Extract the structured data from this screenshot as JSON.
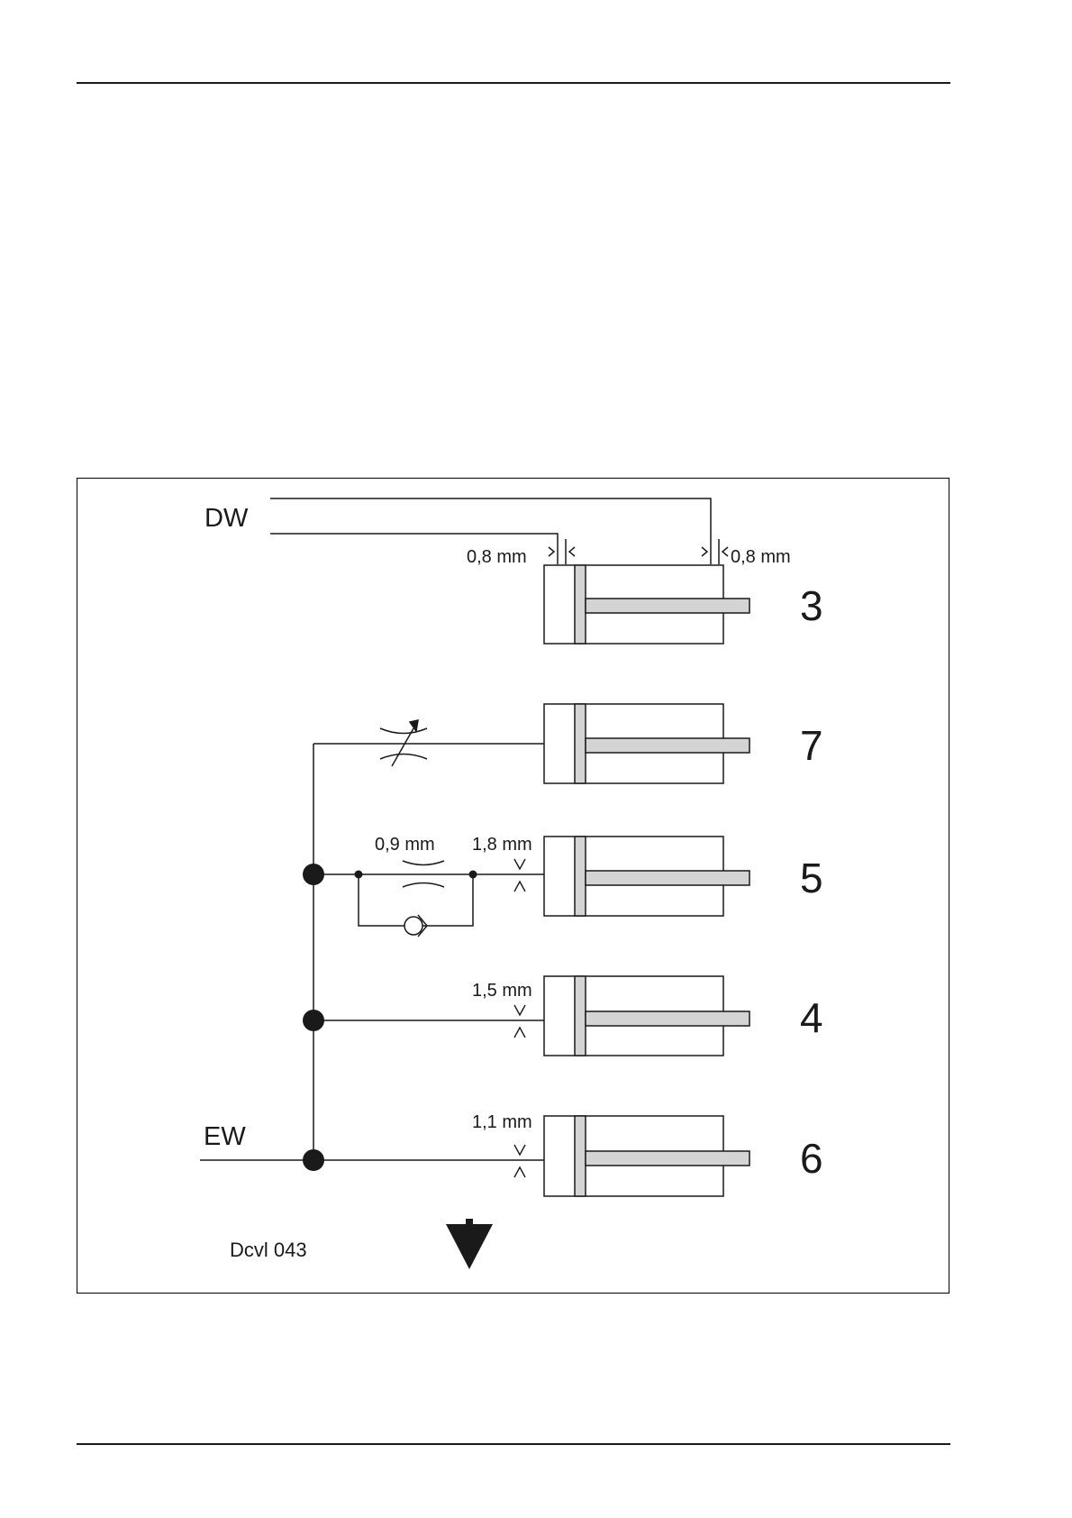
{
  "labels": {
    "pressure_line": "DW",
    "exhaust_line": "EW",
    "figure_code": "Dcvl 043"
  },
  "orifices": {
    "dw_left": "0,8 mm",
    "dw_right": "0,8 mm",
    "cyl5_restrictor": "0,9 mm",
    "cyl5_orifice": "1,8 mm",
    "cyl4_orifice": "1,5 mm",
    "cyl6_orifice": "1,1 mm"
  },
  "cylinders": [
    "3",
    "7",
    "5",
    "4",
    "6"
  ],
  "colors": {
    "line": "#1a1a1a",
    "piston_fill": "#d4d4d4",
    "frame": "#1a1a1a"
  }
}
